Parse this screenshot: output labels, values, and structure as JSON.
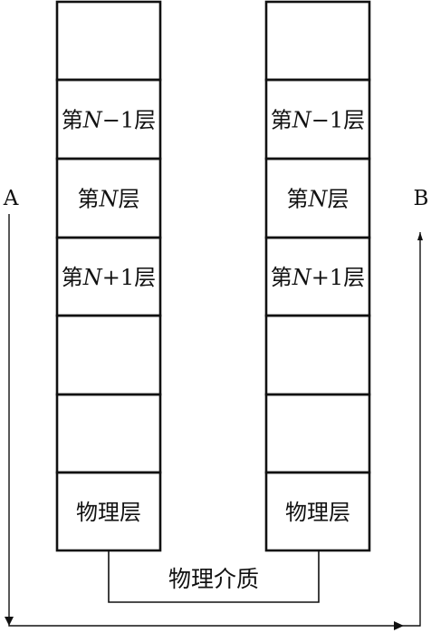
{
  "endpoints": {
    "a_label": "A",
    "b_label": "B"
  },
  "left_stack": {
    "layers": [
      {
        "prefix": "",
        "n": "",
        "suffix": ""
      },
      {
        "prefix": "第",
        "n": "N",
        "suffix": "−1层"
      },
      {
        "prefix": "第",
        "n": "N",
        "suffix": "层"
      },
      {
        "prefix": "第",
        "n": "N",
        "suffix": "+1层"
      },
      {
        "prefix": "",
        "n": "",
        "suffix": ""
      },
      {
        "prefix": "",
        "n": "",
        "suffix": ""
      },
      {
        "prefix": "物理层",
        "n": "",
        "suffix": ""
      }
    ]
  },
  "right_stack": {
    "layers": [
      {
        "prefix": "",
        "n": "",
        "suffix": ""
      },
      {
        "prefix": "第",
        "n": "N",
        "suffix": "−1层"
      },
      {
        "prefix": "第",
        "n": "N",
        "suffix": "层"
      },
      {
        "prefix": "第",
        "n": "N",
        "suffix": "+1层"
      },
      {
        "prefix": "",
        "n": "",
        "suffix": ""
      },
      {
        "prefix": "",
        "n": "",
        "suffix": ""
      },
      {
        "prefix": "物理层",
        "n": "",
        "suffix": ""
      }
    ]
  },
  "medium_label": "物理介质"
}
